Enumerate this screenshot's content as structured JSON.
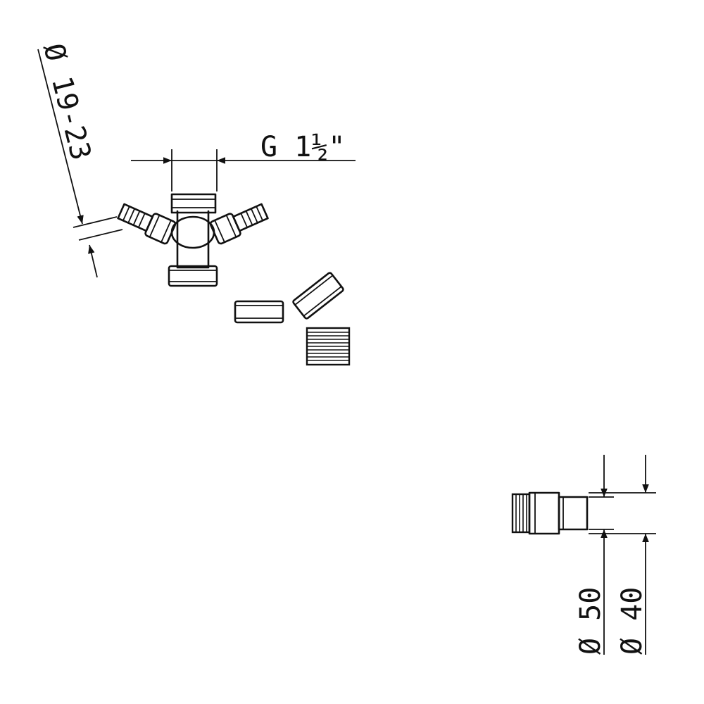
{
  "drawing": {
    "thread_label": "G 1½\"",
    "hose_barb_label": "Ø 19-23",
    "outlet_outer_label": "Ø 50",
    "outlet_inner_label": "Ø 40"
  },
  "colors": {
    "line": "#111111",
    "background": "#ffffff"
  }
}
